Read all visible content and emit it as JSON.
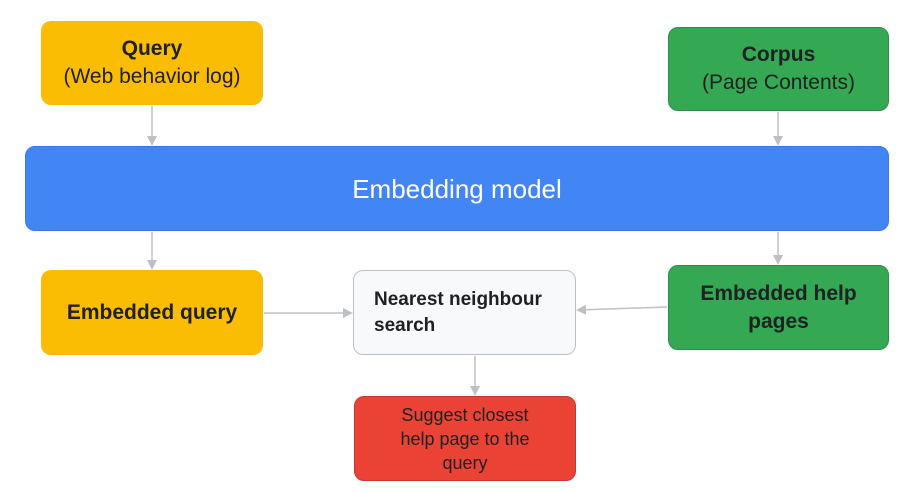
{
  "nodes": {
    "query": {
      "title": "Query",
      "subtitle": "(Web behavior log)"
    },
    "corpus": {
      "title": "Corpus",
      "subtitle": "(Page Contents)"
    },
    "embedding_model": {
      "label": "Embedding model"
    },
    "embedded_query": {
      "label": "Embedded query"
    },
    "nearest_neighbour": {
      "line1": "Nearest neighbour",
      "line2": "search"
    },
    "embedded_help_pages": {
      "line1": "Embedded help",
      "line2": "pages"
    },
    "suggest": {
      "line1": "Suggest closest",
      "line2": "help page to the",
      "line3": "query"
    }
  },
  "colors": {
    "yellow": "#fbbc04",
    "green": "#34a853",
    "blue": "#4285f4",
    "white": "#f8f9fa",
    "red": "#ea4335",
    "arrow": "#bdc1c6"
  }
}
